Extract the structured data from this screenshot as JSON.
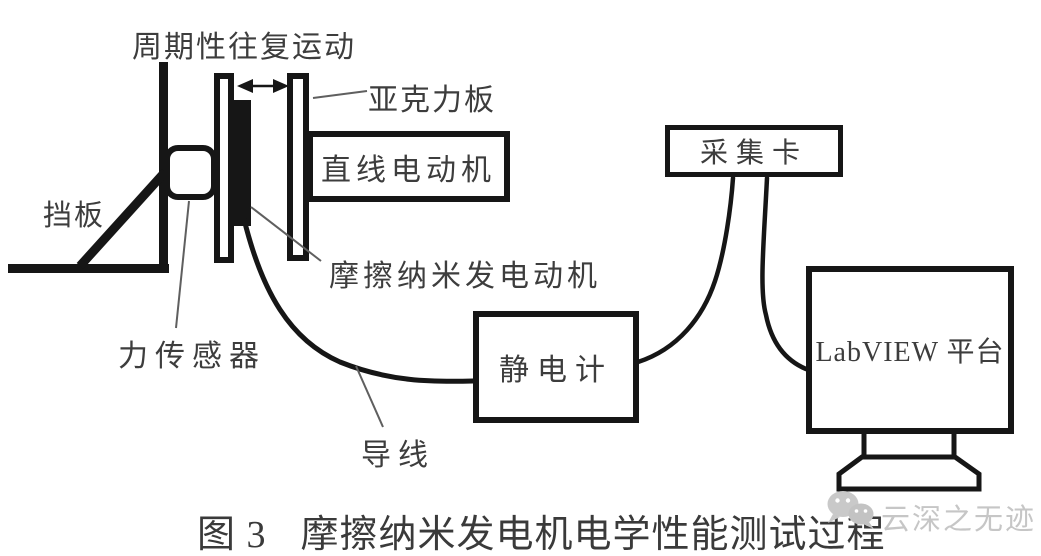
{
  "colors": {
    "ink": "#161616",
    "label_text": "#3d3d3d",
    "leader_line": "#5f5f5f",
    "watermark": "#c6c6c6",
    "background": "#ffffff"
  },
  "diagram": {
    "motion_label": "周期性往复运动",
    "baffle_label": "挡板",
    "force_sensor_label": "力传感器",
    "acrylic_plate_label": "亚克力板",
    "linear_motor_label": "直线电动机",
    "teng_label": "摩擦纳米发电动机",
    "wire_label": "导线",
    "electrometer_label": "静电计",
    "daq_card_label": "采集卡",
    "labview_label": "LabVIEW 平台"
  },
  "caption": {
    "prefix": "图 3",
    "text": "摩擦纳米发电机电学性能测试过程"
  },
  "watermark": {
    "icon": "wechat-icon",
    "text": "云深之无迹"
  }
}
